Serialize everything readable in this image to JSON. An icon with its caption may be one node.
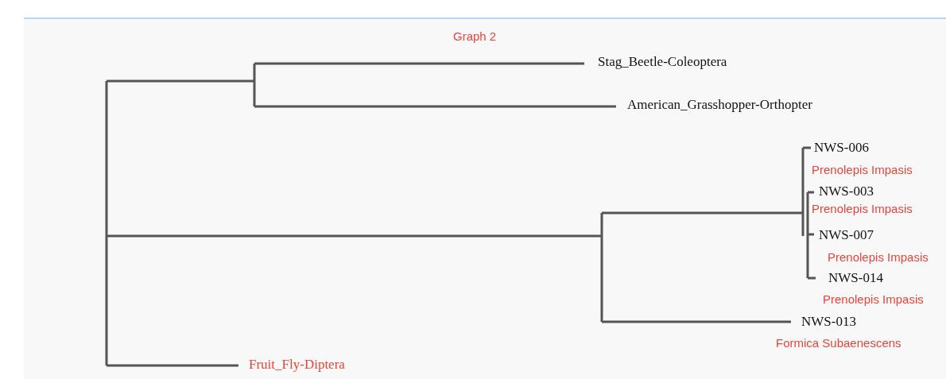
{
  "diagram": {
    "title": "Graph 2",
    "labels": [
      "Stag_Beetle-Coleoptera",
      "American_Grasshopper-Orthopter",
      "NWS-006",
      "Prenolepis Impasis",
      "NWS-003",
      "Prenolepis Impasis",
      "NWS-007",
      "Prenolepis Impasis",
      "NWS-014",
      "Prenolepis Impasis",
      "NWS-013",
      "Formica Subaenescens",
      "Fruit_Fly-Diptera"
    ]
  }
}
